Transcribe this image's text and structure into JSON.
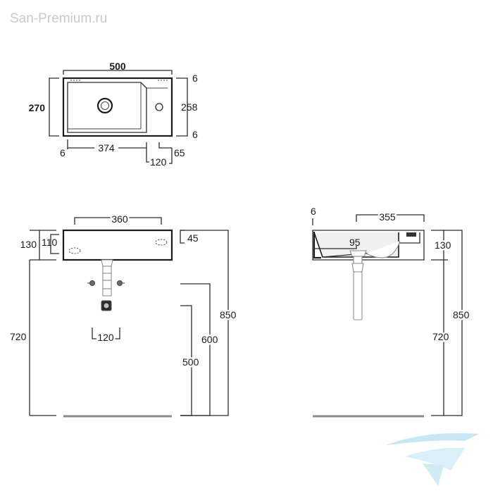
{
  "watermark": "San-Premium.ru",
  "top_view": {
    "width": "500",
    "depth": "270",
    "inner_depth": "258",
    "rim_top": "6",
    "rim_bottom": "6",
    "rim_left": "6",
    "bowl_width": "374",
    "tap_offset": "120",
    "tap_from_edge": "65"
  },
  "front_view": {
    "fixing_distance": "360",
    "height_left": "130",
    "height_inner": "110",
    "height_right": "45",
    "total_height": "850",
    "floor_to_basin_bottom": "720",
    "trap_height": "600",
    "waste_height": "500",
    "supply_spacing": "120"
  },
  "side_view": {
    "rim": "6",
    "projection": "355",
    "waste_position": "95",
    "basin_height": "130",
    "total_height": "850",
    "floor_to_basin_bottom": "720"
  },
  "colors": {
    "lines": "#2b2b2b",
    "pipes": "#8c8c8c",
    "floor": "#8a8a8a",
    "watermark": "#c9c9c9",
    "logo": "#bfe3f3"
  }
}
